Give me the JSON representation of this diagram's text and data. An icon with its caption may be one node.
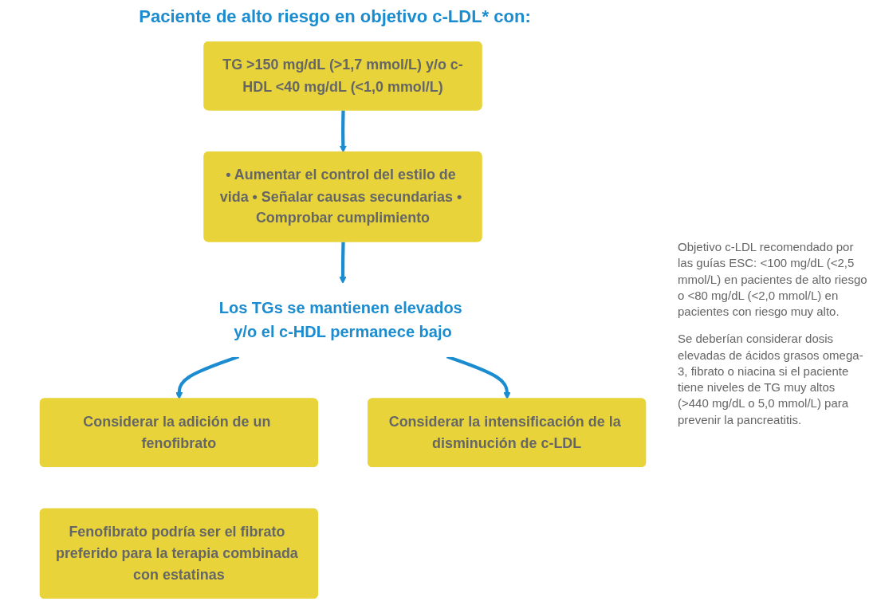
{
  "diagram": {
    "title": "Paciente de alto riesgo en objetivo c-LDL* con:",
    "nodes": [
      {
        "text": [
          "TG >150 mg/dL (>1,7 mmol/L) y/o c-HDL <40 mg/dL (<1,0 mmol/L)"
        ]
      },
      {
        "text": [
          "• Aumentar el control del estilo de vida • Señalar causas secundarias • Comprobar cumplimiento"
        ]
      },
      {
        "text": [
          "Los TGs se mantienen elevados y/o el c-HDL permanece bajo"
        ]
      },
      {
        "text": [
          "Considerar la adición de un fenofibrato"
        ]
      },
      {
        "text": [
          "Considerar la intensificación de la disminución de c-LDL"
        ]
      },
      {
        "text": [
          "Fenofibrato podría ser el fibrato preferido para la terapia combinada con estatinas"
        ]
      }
    ],
    "edges": [
      {
        "from": 0,
        "to": 1,
        "arrow": "to"
      },
      {
        "from": 1,
        "to": 2,
        "arrow": "to"
      },
      {
        "from": 2,
        "to": 3,
        "arrow": "to"
      },
      {
        "from": 2,
        "to": 4,
        "arrow": "to"
      }
    ],
    "labels": [
      "Objetivo c-LDL recomendado por las guías ESC: <100 mg/dL (<2,5 mmol/L) en pacientes de alto riesgo o <80 mg/dL (<2,0 mmol/L) en pacientes con riesgo muy alto.",
      "Se deberían considerar dosis elevadas de ácidos grasos omega-3, fibrato o niacina si el paciente tiene niveles de TG muy altos (>440 mg/dL o 5,0 mmol/L) para prevenir la pancreatitis."
    ]
  }
}
